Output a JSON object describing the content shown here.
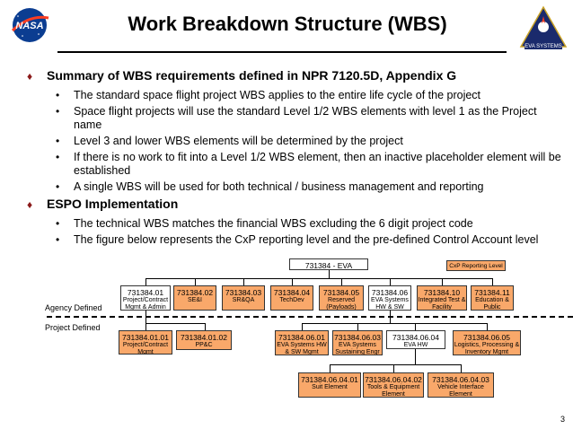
{
  "header": {
    "title": "Work Breakdown Structure (WBS)",
    "nasa_logo_text": "NASA",
    "eva_logo_text": "EVA SYSTEMS"
  },
  "bullets": [
    {
      "text": "Summary of WBS requirements defined in NPR 7120.5D, Appendix G",
      "subs": [
        "The standard space flight project WBS applies to the entire life cycle of the project",
        "Space flight projects will use the standard Level 1/2 WBS elements with level 1 as the Project name",
        "Level 3 and lower WBS elements will be determined by the project",
        "If there is no work to fit into a Level 1/2 WBS element, then an inactive placeholder element will be established",
        "A single WBS will be used for both technical / business management and reporting"
      ]
    },
    {
      "text": "ESPO Implementation",
      "subs": [
        "The technical WBS matches the financial WBS excluding the 6 digit project code",
        "The figure below represents the CxP reporting level and the pre-defined Control Account level"
      ]
    }
  ],
  "diagram": {
    "root": "731384 - EVA",
    "legend": "CxP Reporting Level",
    "agency_label": "Agency Defined",
    "project_label": "Project Defined",
    "level2": [
      {
        "code": "731384.01",
        "desc": "Project/Contract Mgmt & Admin",
        "fill": "white"
      },
      {
        "code": "731384.02",
        "desc": "SE&I",
        "fill": "orange"
      },
      {
        "code": "731384.03",
        "desc": "SR&QA",
        "fill": "orange"
      },
      {
        "code": "731384.04",
        "desc": "TechDev",
        "fill": "orange"
      },
      {
        "code": "731384.05",
        "desc": "Reserved (Payloads)",
        "fill": "orange"
      },
      {
        "code": "731384.06",
        "desc": "EVA Systems HW & SW",
        "fill": "white"
      },
      {
        "code": "731384.10",
        "desc": "Integrated Test & Facility",
        "fill": "orange"
      },
      {
        "code": "731384.11",
        "desc": "Education & Public Outreach",
        "fill": "orange"
      }
    ],
    "level3_left": [
      {
        "code": "731384.01.01",
        "desc": "Project/Contract Mgmt",
        "fill": "orange"
      },
      {
        "code": "731384.01.02",
        "desc": "PP&C",
        "fill": "orange"
      }
    ],
    "level3_right": [
      {
        "code": "731384.06.01",
        "desc": "EVA Systems HW & SW Mgmt",
        "fill": "orange"
      },
      {
        "code": "731384.06.03",
        "desc": "EVA Systems Sustaining Engr",
        "fill": "orange"
      },
      {
        "code": "731384.06.04",
        "desc": "EVA HW Development",
        "fill": "white"
      },
      {
        "code": "731384.06.05",
        "desc": "Logistics, Processing & Inventory Mgmt",
        "fill": "orange"
      }
    ],
    "level4": [
      {
        "code": "731384.06.04.01",
        "desc": "Suit Element",
        "fill": "orange"
      },
      {
        "code": "731384.06.04.02",
        "desc": "Tools & Equipment Element",
        "fill": "orange"
      },
      {
        "code": "731384.06.04.03",
        "desc": "Vehicle Interface Element",
        "fill": "orange"
      }
    ]
  },
  "page_number": "3",
  "colors": {
    "orange_fill": "#f9a86a",
    "bullet_diamond": "#8b1a1a",
    "nasa_blue": "#0b3d91",
    "nasa_red": "#fc3d21"
  }
}
